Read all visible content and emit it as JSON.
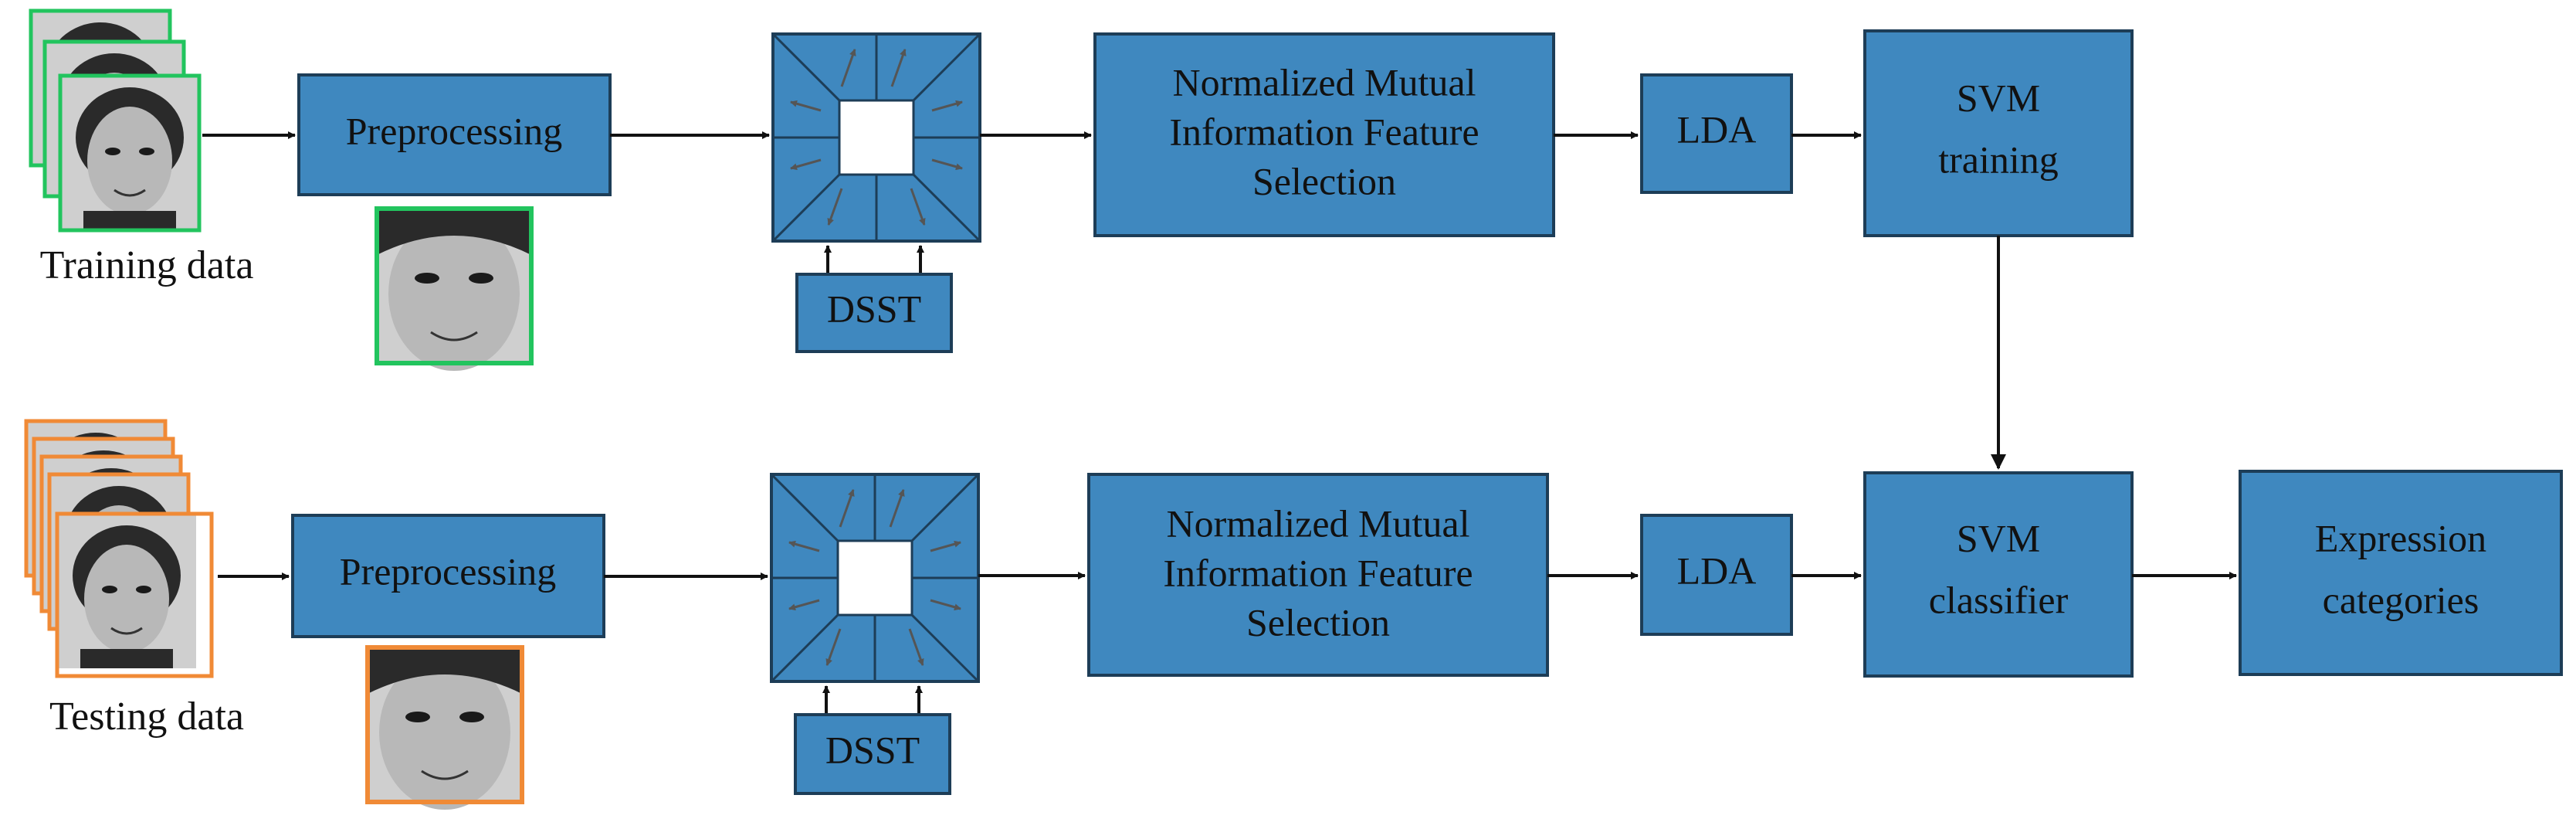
{
  "colors": {
    "box_fill": "#3f88bf",
    "box_stroke": "#1d3d57",
    "training_frame": "#22c45e",
    "testing_frame": "#f08a36",
    "arrow": "#111111"
  },
  "rows": {
    "training": {
      "caption": "Training data",
      "preprocessing": "Preprocessing",
      "dsst": "DSST",
      "nmi_line1": "Normalized Mutual",
      "nmi_line2": "Information Feature",
      "nmi_line3": "Selection",
      "lda": "LDA",
      "svm_line1": "SVM",
      "svm_line2": "training"
    },
    "testing": {
      "caption": "Testing data",
      "preprocessing": "Preprocessing",
      "dsst": "DSST",
      "nmi_line1": "Normalized Mutual",
      "nmi_line2": "Information Feature",
      "nmi_line3": "Selection",
      "lda": "LDA",
      "svm_line1": "SVM",
      "svm_line2": "classifier",
      "out_line1": "Expression",
      "out_line2": "categories"
    }
  },
  "icons": {
    "face_photo": "face-photo-icon",
    "filter_block": "filter-block-icon"
  }
}
